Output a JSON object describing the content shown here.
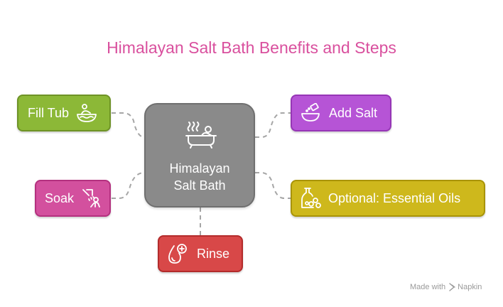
{
  "title": "Himalayan Salt Bath Benefits and Steps",
  "center": {
    "label": "Himalayan\nSalt Bath",
    "icon": "bathtub-icon"
  },
  "steps": [
    {
      "label": "Fill Tub",
      "icon": "bowl-water-icon",
      "color": "#8cb837"
    },
    {
      "label": "Add Salt",
      "icon": "salt-bowl-icon",
      "color": "#b654d6"
    },
    {
      "label": "Soak",
      "icon": "shower-person-icon",
      "color": "#d3509e"
    },
    {
      "label": "Optional: Essential Oils",
      "icon": "oil-jar-icon",
      "color": "#ceb81c"
    },
    {
      "label": "Rinse",
      "icon": "water-drop-plus-icon",
      "color": "#d84848"
    }
  ],
  "footer": {
    "made_with": "Made with",
    "brand": "Napkin"
  },
  "colors": {
    "title": "#d9509e",
    "center": "#8a8a8a",
    "connector": "#a6a6a6"
  }
}
